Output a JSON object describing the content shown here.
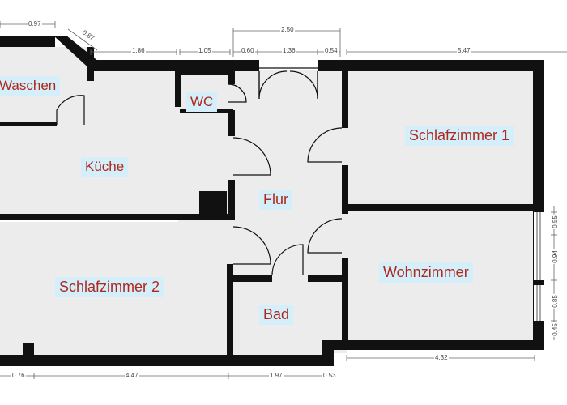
{
  "rooms": {
    "waschen": "Waschen",
    "kueche": "Küche",
    "wc": "WC",
    "flur": "Flur",
    "schlafzimmer1": "Schlafzimmer 1",
    "schlafzimmer2": "Schlafzimmer 2",
    "wohnzimmer": "Wohnzimmer",
    "bad": "Bad"
  },
  "dimensions": {
    "top_097": "0.97",
    "top_087": "0.87",
    "top_186": "1.86",
    "top_105": "1.05",
    "top_250": "2.50",
    "top_060": "0.60",
    "top_136": "1.36",
    "top_054": "0.54",
    "top_547": "5.47",
    "right_055": "0.55",
    "right_094": "0.94",
    "right_085": "0.85",
    "right_045": "0.45",
    "bottom_076": "0.76",
    "bottom_447": "4.47",
    "bottom_197": "1.97",
    "bottom_053": "0.53",
    "bottom_432": "4.32"
  },
  "colors": {
    "wall": "#111111",
    "floor": "#ececec",
    "label_bg": "#d4eefa",
    "label_text": "#b0281c",
    "dim_line": "#666666"
  }
}
